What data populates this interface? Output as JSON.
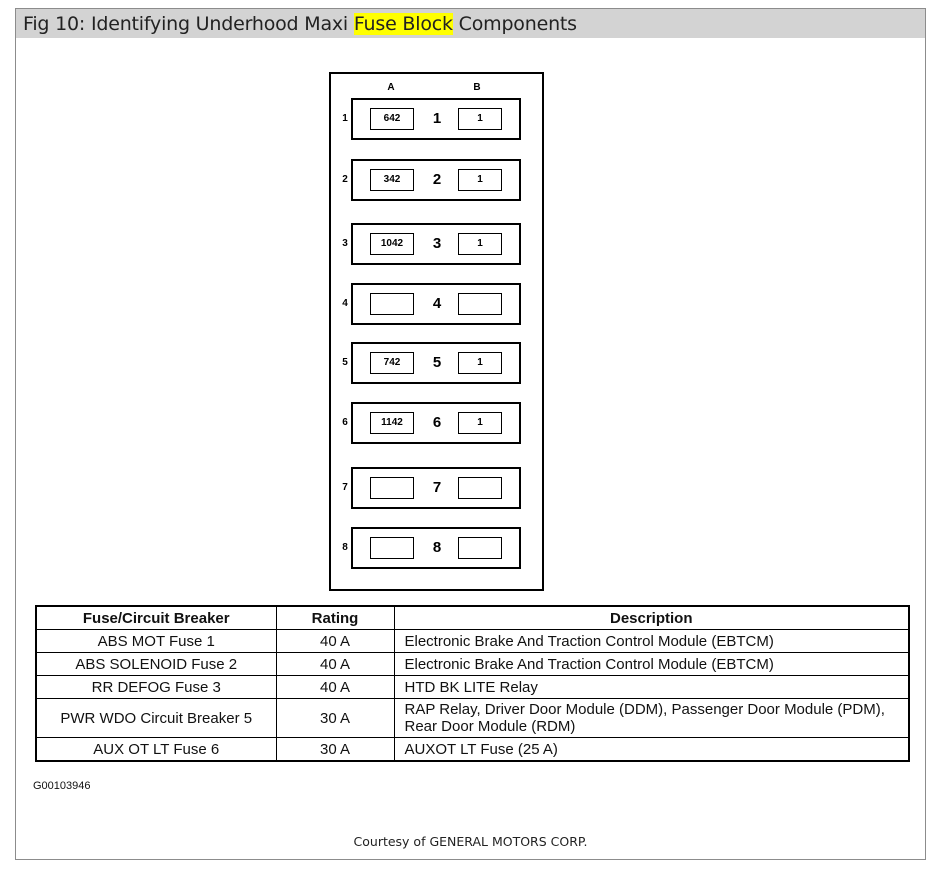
{
  "figure": {
    "title_before": "Fig 10: Identifying Underhood Maxi ",
    "title_highlight": "Fuse Block",
    "title_after": " Components"
  },
  "diagram": {
    "col_a": "A",
    "col_b": "B",
    "rows": [
      {
        "num": "1",
        "a": "642",
        "center": "1",
        "b": "1"
      },
      {
        "num": "2",
        "a": "342",
        "center": "2",
        "b": "1"
      },
      {
        "num": "3",
        "a": "1042",
        "center": "3",
        "b": "1"
      },
      {
        "num": "4",
        "a": "",
        "center": "4",
        "b": ""
      },
      {
        "num": "5",
        "a": "742",
        "center": "5",
        "b": "1"
      },
      {
        "num": "6",
        "a": "1142",
        "center": "6",
        "b": "1"
      },
      {
        "num": "7",
        "a": "",
        "center": "7",
        "b": ""
      },
      {
        "num": "8",
        "a": "",
        "center": "8",
        "b": ""
      }
    ]
  },
  "table": {
    "headers": [
      "Fuse/Circuit Breaker",
      "Rating",
      "Description"
    ],
    "rows": [
      [
        "ABS MOT Fuse 1",
        "40 A",
        "Electronic Brake And Traction Control Module (EBTCM)"
      ],
      [
        "ABS SOLENOID Fuse 2",
        "40 A",
        "Electronic Brake And Traction Control Module (EBTCM)"
      ],
      [
        "RR DEFOG Fuse 3",
        "40 A",
        "HTD BK LITE Relay"
      ],
      [
        "PWR WDO Circuit Breaker 5",
        "30 A",
        "RAP Relay, Driver Door Module (DDM), Passenger Door Module (PDM), Rear Door Module (RDM)"
      ],
      [
        "AUX OT LT Fuse 6",
        "30 A",
        "AUXOT LT Fuse (25 A)"
      ]
    ]
  },
  "figure_code": "G00103946",
  "courtesy": "Courtesy of GENERAL MOTORS CORP.",
  "colors": {
    "title_bar": "#d3d3d3",
    "highlight": "#ffff00",
    "border": "#8c8c8c"
  }
}
